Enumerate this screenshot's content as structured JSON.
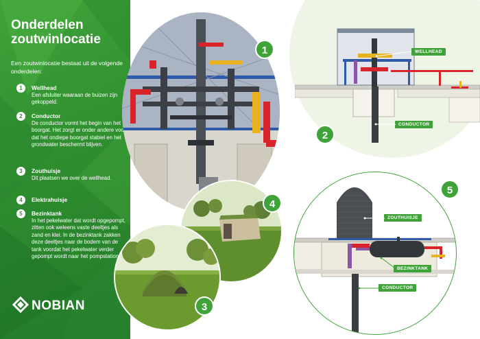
{
  "sidebar": {
    "title_line1": "Onderdelen",
    "title_line2": "zoutwinlocatie",
    "intro": "Een zoutwinlocatie bestaat uit de volgende onderdelen:",
    "items": [
      {
        "num": "1",
        "title": "Wellhead",
        "desc": "Een afsluiter waaraan de buizen zijn gekoppeld."
      },
      {
        "num": "2",
        "title": "Conductor",
        "desc": "De conductor vormt het begin van het boorgat. Het zorgt er onder andere voor dat het ondiepe boorgat stabiel en het grondwater beschermt blijven."
      },
      {
        "num": "3",
        "title": "Zouthuisje",
        "desc": "Dit plaatsen we over de wellhead."
      },
      {
        "num": "4",
        "title": "Elektrahuisje",
        "desc": ""
      },
      {
        "num": "5",
        "title": "Bezinktank",
        "desc": "In het pekelwater dat wordt opgepompt, zitten ook weleens vaste deeltjes als zand en klei. In de bezinktank zakken deze deeltjes naar de bodem van de tank voordat het pekelwater verder gepompt wordt naar het pompstation."
      }
    ],
    "logo_text": "NOBIAN"
  },
  "badges": {
    "b1": "1",
    "b2": "2",
    "b3": "3",
    "b4": "4",
    "b5": "5"
  },
  "labels": {
    "wellhead": "WELLHEAD",
    "conductor_top": "CONDUCTOR",
    "zouthuisje": "ZOUTHUISJE",
    "bezinktank": "BEZINKTANK",
    "conductor_bottom": "CONDUCTOR"
  },
  "colors": {
    "brand_green": "#3fa33a",
    "dark_green": "#237a2a",
    "pipe_red": "#d8232a",
    "pipe_yellow": "#e8b21e",
    "steel_blue": "#2f5aa8",
    "shed_grey": "#4a4d52"
  }
}
